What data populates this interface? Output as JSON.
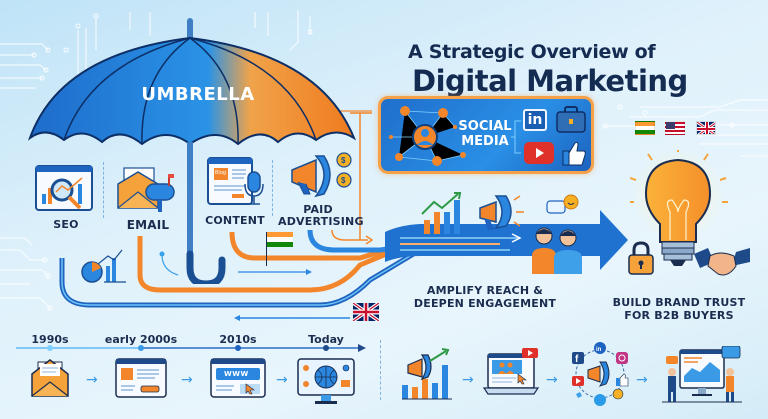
{
  "title": {
    "line1": "A Strategic Overview of",
    "line2": "Digital Marketing"
  },
  "umbrella": {
    "label": "UMBRELLA",
    "colors": {
      "main": "#1f6fcb",
      "accent": "#f0842a"
    }
  },
  "channels": [
    {
      "label": "SEO",
      "icon": "seo-magnifier-chart-icon"
    },
    {
      "label": "EMAIL",
      "icon": "envelope-mailbox-icon"
    },
    {
      "label": "CONTENT",
      "icon": "blog-microphone-icon",
      "badge": "Blog"
    },
    {
      "label": "PAID\nADVERTISING",
      "label_line1": "PAID",
      "label_line2": "ADVERTISING",
      "icon": "megaphone-dollar-icon"
    }
  ],
  "social_media": {
    "label_line1": "SOCIAL",
    "label_line2": "MEDIA",
    "icons": [
      "network-people-icon",
      "linkedin-icon",
      "briefcase-icon",
      "youtube-icon",
      "thumbs-up-icon"
    ],
    "linkedin_text": "in"
  },
  "flags": [
    "india-flag",
    "usa-flag",
    "uk-flag"
  ],
  "outcomes": {
    "amplify_line1": "AMPLIFY REACH &",
    "amplify_line2": "DEEPEN ENGAGEMENT",
    "trust_line1": "BUILD BRAND TRUST",
    "trust_line2": "FOR B2B BUYERS"
  },
  "timeline": {
    "points": [
      {
        "label": "1990s",
        "icon": "envelope-icon"
      },
      {
        "label": "early 2000s",
        "icon": "webpage-icon"
      },
      {
        "label": "2010s",
        "icon": "www-browser-icon",
        "badge": "WWW"
      },
      {
        "label": "Today",
        "icon": "monitor-globe-icon"
      }
    ]
  },
  "bottom_steps": [
    {
      "icon": "megaphone-growth-chart-icon"
    },
    {
      "icon": "laptop-video-icon"
    },
    {
      "icon": "social-network-megaphone-icon"
    },
    {
      "icon": "presentation-screen-icon"
    }
  ],
  "palette": {
    "navy": "#142b52",
    "blue": "#1f6fcb",
    "light_blue": "#2a9be8",
    "orange": "#f5902f",
    "yellow": "#fbc02d",
    "bg": "#dff1fb"
  }
}
